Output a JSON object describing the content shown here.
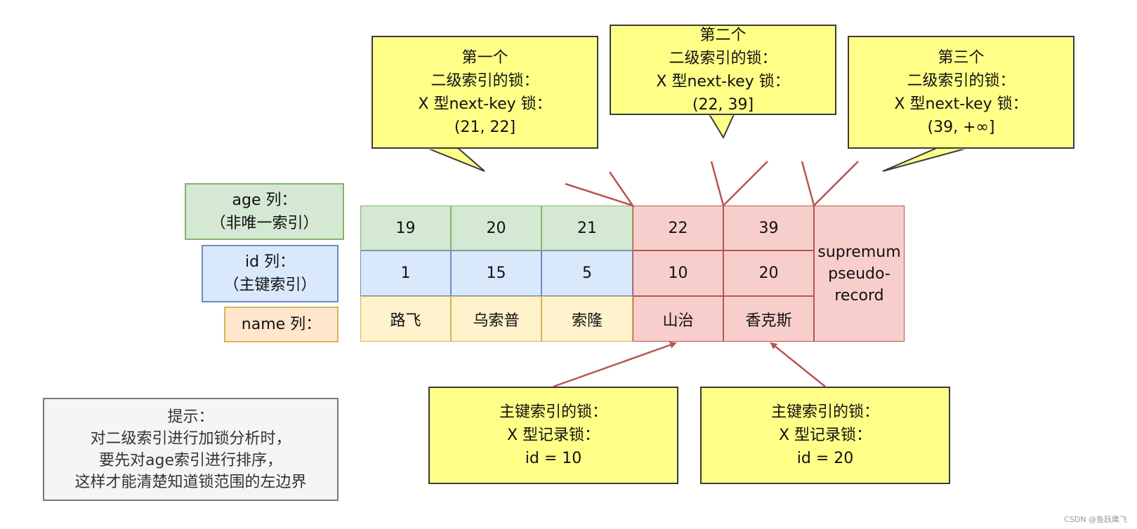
{
  "labels": {
    "age": [
      "age 列：",
      "（非唯一索引）"
    ],
    "id": [
      "id 列：",
      "（主键索引）"
    ],
    "name": "name 列："
  },
  "table": {
    "age": [
      "19",
      "20",
      "21",
      "22",
      "39"
    ],
    "id": [
      "1",
      "15",
      "5",
      "10",
      "20"
    ],
    "name": [
      "路飞",
      "乌索普",
      "索隆",
      "山治",
      "香克斯"
    ],
    "supremum": [
      "supremum",
      "pseudo-",
      "record"
    ]
  },
  "callouts": {
    "lock1": [
      "第一个",
      "二级索引的锁：",
      "X 型next-key 锁：",
      "(21, 22]"
    ],
    "lock2": [
      "第二个",
      "二级索引的锁：",
      "X 型next-key 锁：",
      "(22, 39]"
    ],
    "lock3": [
      "第三个",
      "二级索引的锁：",
      "X 型next-key 锁：",
      "(39, +∞]"
    ],
    "pk1": [
      "主键索引的锁：",
      "X 型记录锁：",
      "id = 10"
    ],
    "pk2": [
      "主键索引的锁：",
      "X 型记录锁：",
      "id = 20"
    ]
  },
  "hint": [
    "提示：",
    "对二级索引进行加锁分析时，",
    "要先对age索引进行排序，",
    "这样才能清楚知道锁范围的左边界"
  ],
  "watermark": "CSDN @鱼跃鹰飞",
  "colors": {
    "green_fill": "#d5e8d4",
    "green_border": "#82b366",
    "blue_fill": "#dae8fc",
    "blue_border": "#6c8ebf",
    "orange_fill": "#ffe6cc",
    "orange_border": "#d6b656",
    "cream_fill": "#fff2cc",
    "cream_border": "#d6b656",
    "red_fill": "#f8cecc",
    "red_border": "#b85450",
    "callout_fill": "#ffff88",
    "arrow": "#b85450"
  }
}
